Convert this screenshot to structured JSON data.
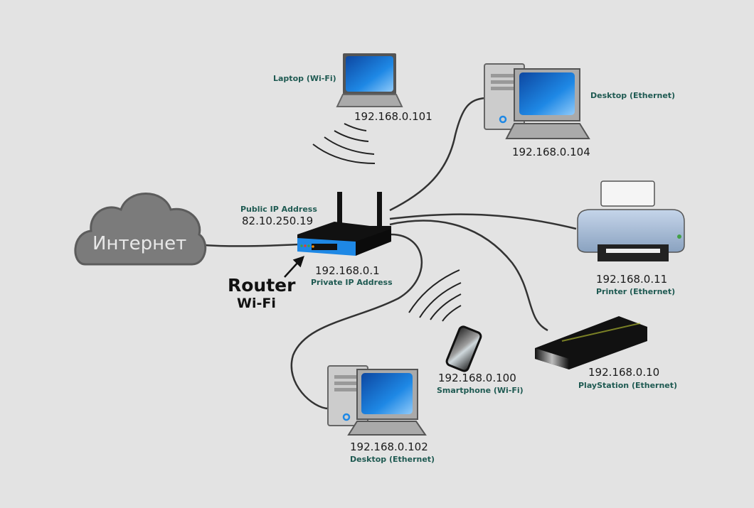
{
  "internet": {
    "label": "Интернет"
  },
  "router": {
    "public_caption": "Public IP Address",
    "public_ip": "82.10.250.19",
    "private_ip": "192.168.0.1",
    "private_caption": "Private IP Address",
    "title": "Router",
    "subtitle": "Wi-Fi"
  },
  "devices": {
    "laptop": {
      "caption": "Laptop (Wi-Fi)",
      "ip": "192.168.0.101",
      "connection": "wifi"
    },
    "desktop_top": {
      "caption": "Desktop (Ethernet)",
      "ip": "192.168.0.104",
      "connection": "ethernet"
    },
    "printer": {
      "caption": "Printer (Ethernet)",
      "ip": "192.168.0.11",
      "connection": "ethernet"
    },
    "playstation": {
      "caption": "PlayStation (Ethernet)",
      "ip": "192.168.0.10",
      "connection": "ethernet"
    },
    "smartphone": {
      "caption": "Smartphone (Wi-Fi)",
      "ip": "192.168.0.100",
      "connection": "wifi"
    },
    "desktop_bottom": {
      "caption": "Desktop (Ethernet)",
      "ip": "192.168.0.102",
      "connection": "ethernet"
    }
  },
  "colors": {
    "background": "#e3e3e3",
    "caption": "#1f5a52",
    "router_blue": "#1e88e5",
    "screen_blue": "#1565c0",
    "cloud": "#7b7b7b",
    "cable": "#333333"
  }
}
